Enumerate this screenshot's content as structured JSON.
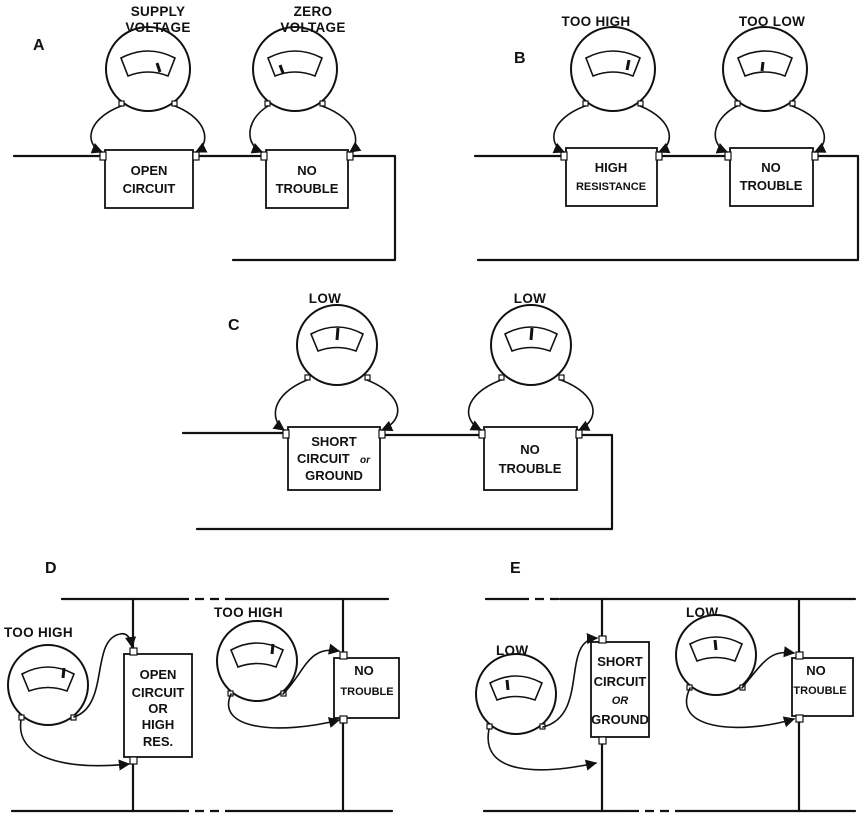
{
  "panels": {
    "A": {
      "letter": "A",
      "meter1": [
        "SUPPLY",
        "VOLTAGE"
      ],
      "meter2": [
        "ZERO",
        "VOLTAGE"
      ],
      "box1": [
        "OPEN",
        "CIRCUIT"
      ],
      "box2": [
        "NO",
        "TROUBLE"
      ]
    },
    "B": {
      "letter": "B",
      "meter1": "TOO HIGH",
      "meter2": "TOO LOW",
      "box1": [
        "HIGH",
        "RESISTANCE"
      ],
      "box2": [
        "NO",
        "TROUBLE"
      ]
    },
    "C": {
      "letter": "C",
      "meter1": "LOW",
      "meter2": "LOW",
      "box1": [
        "SHORT",
        "CIRCUIT",
        "or",
        "GROUND"
      ],
      "box2": [
        "NO",
        "TROUBLE"
      ]
    },
    "D": {
      "letter": "D",
      "meter1": "TOO HIGH",
      "meter2": "TOO HIGH",
      "box1": [
        "OPEN",
        "CIRCUIT",
        "OR",
        "HIGH",
        "RES."
      ],
      "box2": [
        "NO",
        "TROUBLE"
      ]
    },
    "E": {
      "letter": "E",
      "meter1": "LOW",
      "meter2": "LOW",
      "box1": [
        "SHORT",
        "CIRCUIT",
        "OR",
        "GROUND"
      ],
      "box2": [
        "NO",
        "TROUBLE"
      ]
    }
  }
}
